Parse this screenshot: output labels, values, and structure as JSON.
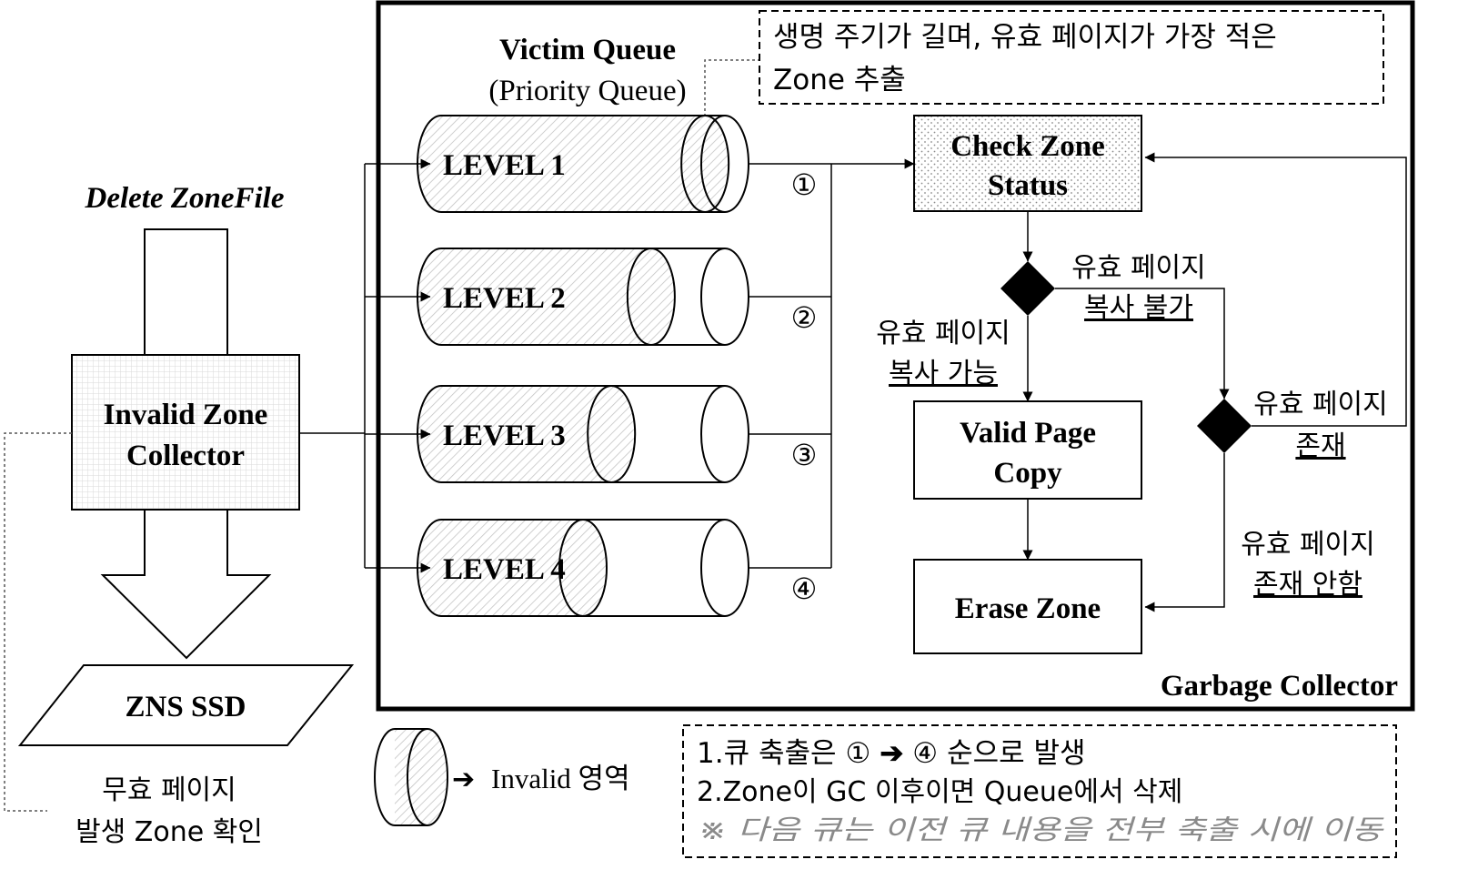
{
  "left": {
    "delete_label": "Delete ZoneFile",
    "collector_line1": "Invalid Zone",
    "collector_line2": "Collector",
    "ssd_label": "ZNS SSD",
    "check_line1": "무효 페이지",
    "check_line2": "발생 Zone 확인"
  },
  "queue": {
    "title": "Victim Queue",
    "subtitle": "(Priority Queue)",
    "note_line1": "생명 주기가 길며, 유효 페이지가 가장 적은",
    "note_line2": "Zone 추출",
    "levels": [
      {
        "label": "LEVEL 1",
        "order": "①",
        "invalid_fraction": 0.93
      },
      {
        "label": "LEVEL 2",
        "order": "②",
        "invalid_fraction": 0.74
      },
      {
        "label": "LEVEL 3",
        "order": "③",
        "invalid_fraction": 0.6
      },
      {
        "label": "LEVEL 4",
        "order": "④",
        "invalid_fraction": 0.5
      }
    ]
  },
  "gc": {
    "check_line1": "Check Zone",
    "check_line2": "Status",
    "copy_line1": "Valid Page",
    "copy_line2": "Copy",
    "erase": "Erase Zone",
    "label": "Garbage Collector",
    "d1_right_line1": "유효 페이지",
    "d1_right_line2": "복사 불가",
    "d1_down_line1": "유효 페이지",
    "d1_down_line2": "복사 가능",
    "d2_right_line1": "유효 페이지",
    "d2_right_line2": "존재",
    "d2_down_line1": "유효 페이지",
    "d2_down_line2": "존재 안함"
  },
  "legend": {
    "arrow": "➔",
    "invalid_label": "Invalid 영역",
    "note1_prefix": "1.큐 축출은",
    "note1_from": "①",
    "note1_arrow": "➔",
    "note1_to": "④",
    "note1_suffix": "순으로 발생",
    "note2": "2.Zone이 GC 이후이면 Queue에서 삭제",
    "note3": "※ 다음 큐는 이전 큐 내용을 전부 축출 시에 이동"
  }
}
